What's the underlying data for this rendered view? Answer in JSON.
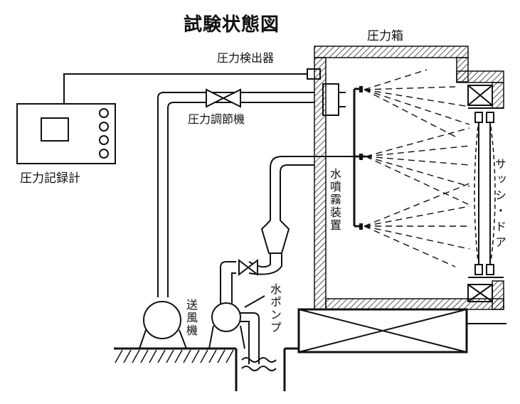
{
  "title": "試験状態図",
  "labels": {
    "pressure_box": "圧力箱",
    "pressure_detector": "圧力検出器",
    "pressure_regulator": "圧力調節機",
    "pressure_recorder": "圧力記録計",
    "water_spray": "水噴霧装置",
    "sash_door": "サッシ・ドア",
    "blower": "送風機",
    "water_pump": "水ポンプ"
  },
  "colors": {
    "ink": "#111111",
    "background": "#ffffff"
  }
}
